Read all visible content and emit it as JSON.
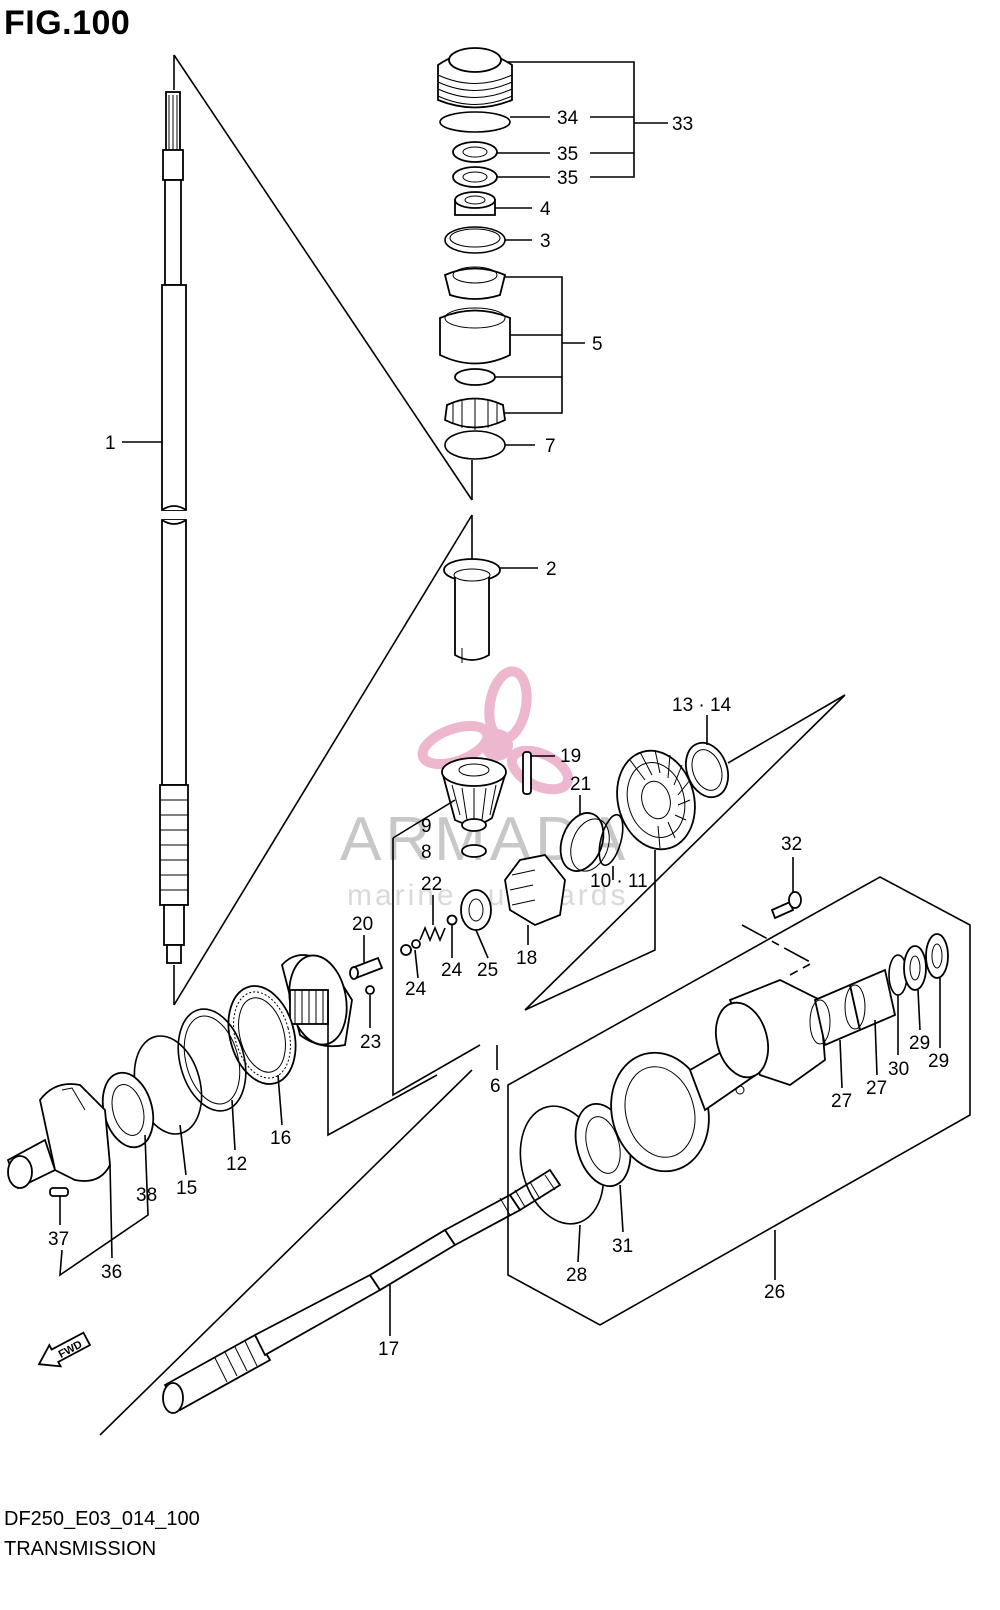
{
  "figure": {
    "title": "FIG.100"
  },
  "footer": {
    "code": "DF250_E03_014_100",
    "name": "TRANSMISSION"
  },
  "watermark": {
    "brand": "ARMADA",
    "subtitle": "marine outboards",
    "logo_color": "#e8a0c0"
  },
  "fwd_arrow": {
    "label": "FWD",
    "icon": "fwd-arrow-icon"
  },
  "callouts": {
    "c1": "1",
    "c2": "2",
    "c3": "3",
    "c4": "4",
    "c5": "5",
    "c6": "6",
    "c7": "7",
    "c8": "8",
    "c9": "9",
    "c10_11": "10 · 11",
    "c12": "12",
    "c13_14": "13 · 14",
    "c15": "15",
    "c16": "16",
    "c17": "17",
    "c18": "18",
    "c19": "19",
    "c20": "20",
    "c21": "21",
    "c22": "22",
    "c23": "23",
    "c24a": "24",
    "c24b": "24",
    "c25": "25",
    "c26": "26",
    "c27a": "27",
    "c27b": "27",
    "c28": "28",
    "c29a": "29",
    "c29b": "29",
    "c30": "30",
    "c31": "31",
    "c32": "32",
    "c33": "33",
    "c34": "34",
    "c35a": "35",
    "c35b": "35",
    "c36": "36",
    "c37": "37",
    "c38": "38"
  }
}
